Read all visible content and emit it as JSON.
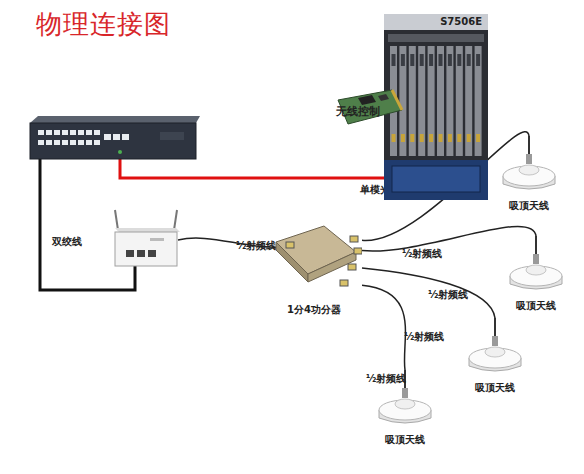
{
  "diagram": {
    "title": "物理连接图",
    "nodes": [
      {
        "text": [
          "S7506E"
        ]
      },
      {
        "text": [
          "无线控制"
        ]
      },
      {
        "text": [
          "1分4功分器"
        ]
      },
      {
        "text": [
          "吸顶天线"
        ]
      },
      {
        "text": [
          "吸顶天线"
        ]
      },
      {
        "text": [
          "吸顶天线"
        ]
      },
      {
        "text": [
          "吸顶天线"
        ]
      }
    ],
    "edges": [
      {
        "from": 2,
        "to": 3,
        "label": "½射频线",
        "arrow": "none"
      },
      {
        "from": 2,
        "to": 4,
        "label": "½射频线",
        "arrow": "none"
      },
      {
        "from": 2,
        "to": 5,
        "label": "½射频线",
        "arrow": "none"
      },
      {
        "from": 2,
        "to": 6,
        "label": "½射频线",
        "arrow": "none"
      }
    ],
    "labels": [
      "单模光纤",
      "双绞线",
      "½射频线"
    ]
  }
}
